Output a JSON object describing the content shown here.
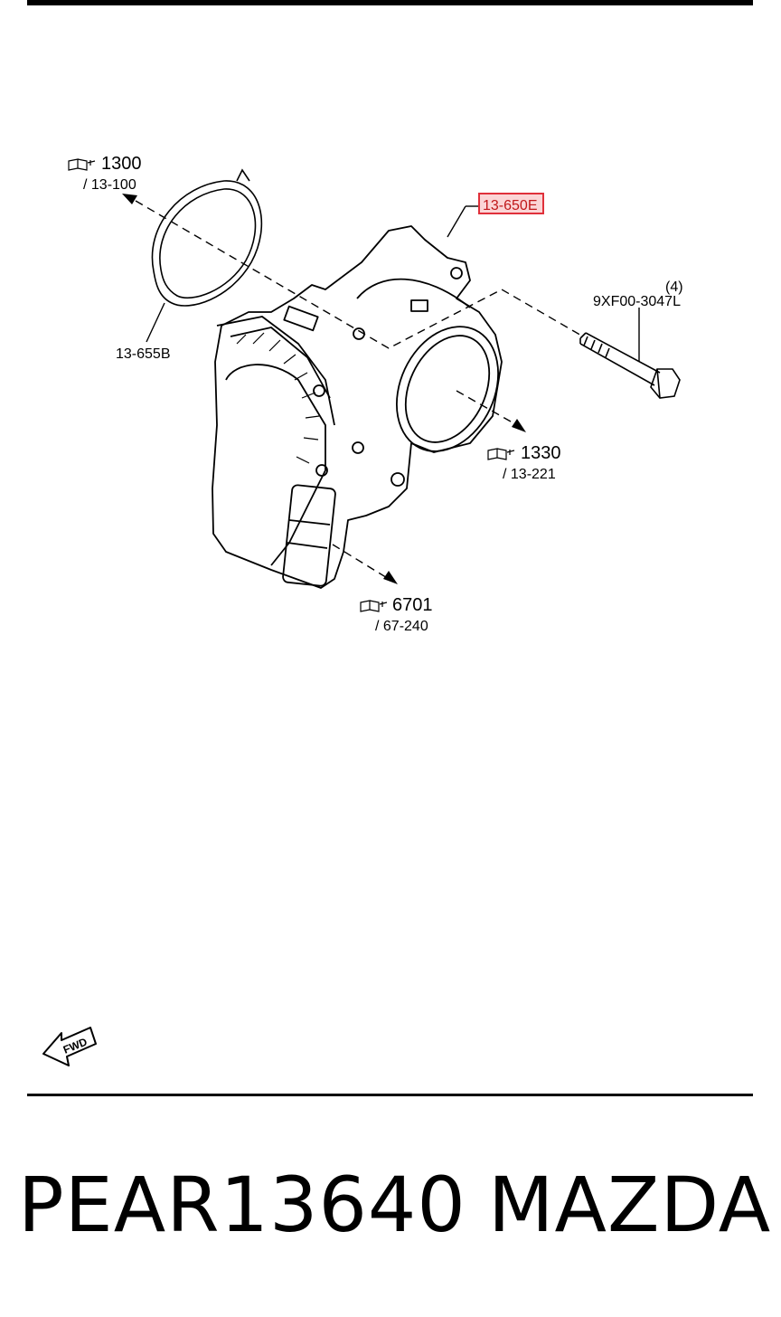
{
  "diagram": {
    "callouts": [
      {
        "ref": "1300",
        "page": "/ 13-100"
      },
      {
        "ref": "1330",
        "page": "/ 13-221"
      },
      {
        "ref": "6701",
        "page": "/ 67-240"
      }
    ],
    "parts": {
      "gasket": "13-655B",
      "throttle_body": "13-650E",
      "bolt": "9XF00-3047L",
      "bolt_qty": "(4)"
    },
    "fwd_label": "FWD",
    "highlight_color": "#e0303a"
  },
  "footer": {
    "part_number": "PEAR13640",
    "brand": "MAZDA"
  }
}
